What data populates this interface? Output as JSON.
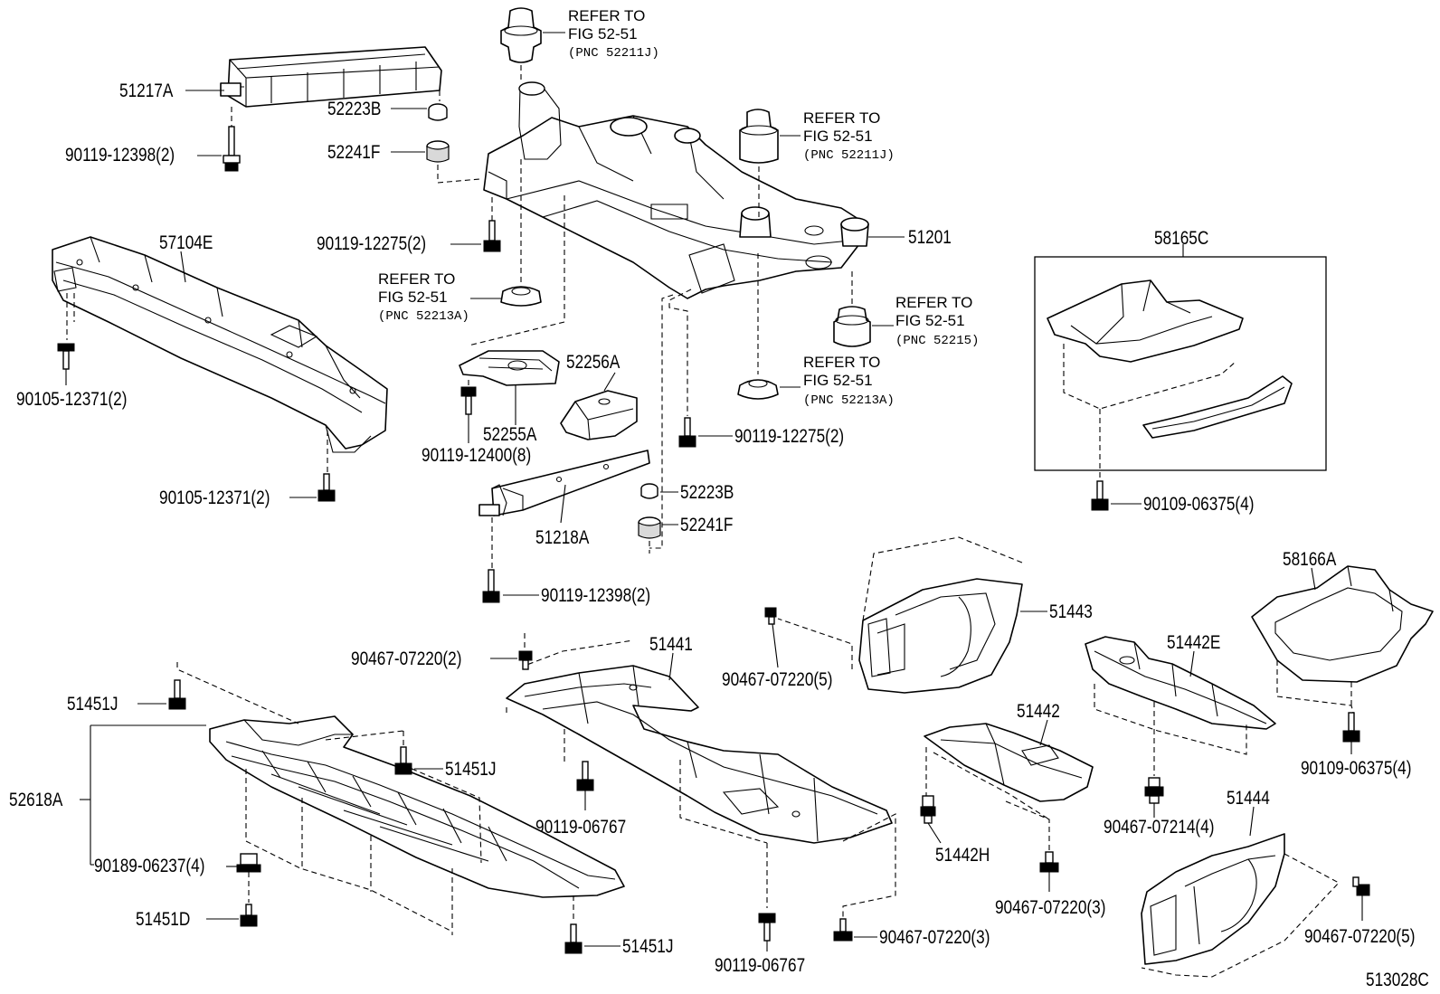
{
  "labels": {
    "p51217A": "51217A",
    "p52223B_top": "52223B",
    "p52241F_top": "52241F",
    "b90119_12398_top": "90119-12398(2)",
    "b90119_12275_left": "90119-12275(2)",
    "p57104E": "57104E",
    "b90105_12371_a": "90105-12371(2)",
    "b90105_12371_b": "90105-12371(2)",
    "p51201": "51201",
    "p52256A": "52256A",
    "p52255A": "52255A",
    "b90119_12400": "90119-12400(8)",
    "b90119_12275_right": "90119-12275(2)",
    "p52223B_bot": "52223B",
    "p52241F_bot": "52241F",
    "p51218A": "51218A",
    "b90119_12398_bot": "90119-12398(2)",
    "p58165C": "58165C",
    "b90109_06375_a": "90109-06375(4)",
    "p58166A": "58166A",
    "b90109_06375_b": "90109-06375(4)",
    "p51443": "51443",
    "c90467_07220_5a": "90467-07220(5)",
    "p51441": "51441",
    "c90467_07220_2": "90467-07220(2)",
    "p51442E": "51442E",
    "p51442": "51442",
    "p51451J_a": "51451J",
    "p51451J_b": "51451J",
    "p51451J_c": "51451J",
    "p52618A": "52618A",
    "b90189_06237": "90189-06237(4)",
    "p51451D": "51451D",
    "b90119_06767_a": "90119-06767",
    "b90119_06767_b": "90119-06767",
    "p51442H": "51442H",
    "c90467_07220_3a": "90467-07220(3)",
    "c90467_07220_3b": "90467-07220(3)",
    "c90467_07214": "90467-07214(4)",
    "p51444": "51444",
    "c90467_07220_5b": "90467-07220(5)",
    "figure_code": "513028C"
  },
  "refs": [
    {
      "line1": "REFER TO",
      "line2": "FIG 52-51",
      "pnc": "(PNC 52211J)"
    },
    {
      "line1": "REFER TO",
      "line2": "FIG 52-51",
      "pnc": "(PNC 52211J)"
    },
    {
      "line1": "REFER TO",
      "line2": "FIG 52-51",
      "pnc": "(PNC 52213A)"
    },
    {
      "line1": "REFER TO",
      "line2": "FIG 52-51",
      "pnc": "(PNC 52215)"
    },
    {
      "line1": "REFER TO",
      "line2": "FIG 52-51",
      "pnc": "(PNC 52213A)"
    }
  ]
}
